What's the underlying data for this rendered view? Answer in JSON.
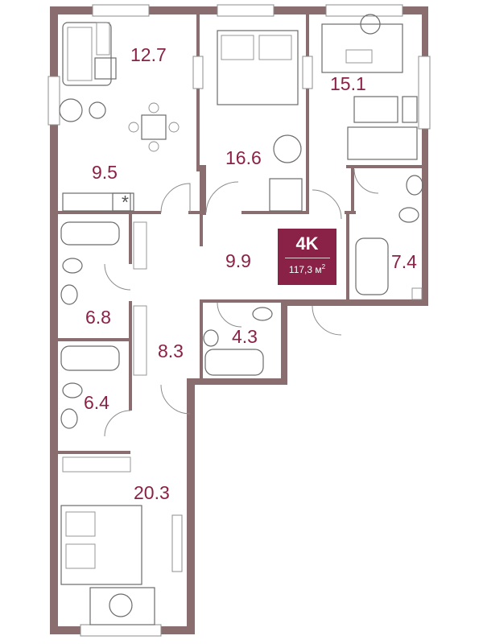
{
  "apartment": {
    "type": "4K",
    "area_value": "117,3",
    "area_unit": "м",
    "area_unit_sup": "2"
  },
  "rooms": [
    {
      "id": "living",
      "area": "12.7"
    },
    {
      "id": "kitchen",
      "area": "9.5"
    },
    {
      "id": "bedroom-top",
      "area": "16.6"
    },
    {
      "id": "bedroom-right",
      "area": "15.1"
    },
    {
      "id": "bath-right",
      "area": "7.4"
    },
    {
      "id": "hall",
      "area": "9.9"
    },
    {
      "id": "bath-small",
      "area": "4.3"
    },
    {
      "id": "bath-left-top",
      "area": "6.8"
    },
    {
      "id": "corridor",
      "area": "8.3"
    },
    {
      "id": "bath-left-bottom",
      "area": "6.4"
    },
    {
      "id": "bedroom-bottom",
      "area": "20.3"
    }
  ],
  "icons": {
    "kitchen_vent": "asterisk-icon"
  },
  "colors": {
    "wall": "#8a6d6f",
    "accent": "#8a2146",
    "text_light": "#ffffff"
  }
}
